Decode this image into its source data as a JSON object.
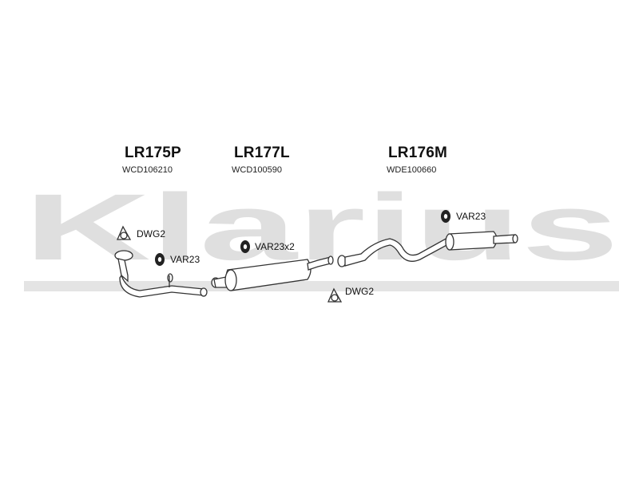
{
  "watermark": {
    "text": "Klarius",
    "color": "#dcdcdc"
  },
  "parts": [
    {
      "number": "LR175P",
      "code": "WCD106210"
    },
    {
      "number": "LR177L",
      "code": "WCD100590"
    },
    {
      "number": "LR176M",
      "code": "WDE100660"
    }
  ],
  "accessories": [
    {
      "label": "DWG2",
      "icon": "gasket-icon"
    },
    {
      "label": "VAR23",
      "icon": "rubber-hanger-icon"
    },
    {
      "label": "VAR23x2",
      "icon": "rubber-hanger-icon"
    },
    {
      "label": "VAR23",
      "icon": "rubber-hanger-icon"
    },
    {
      "label": "DWG2",
      "icon": "gasket-icon"
    }
  ]
}
